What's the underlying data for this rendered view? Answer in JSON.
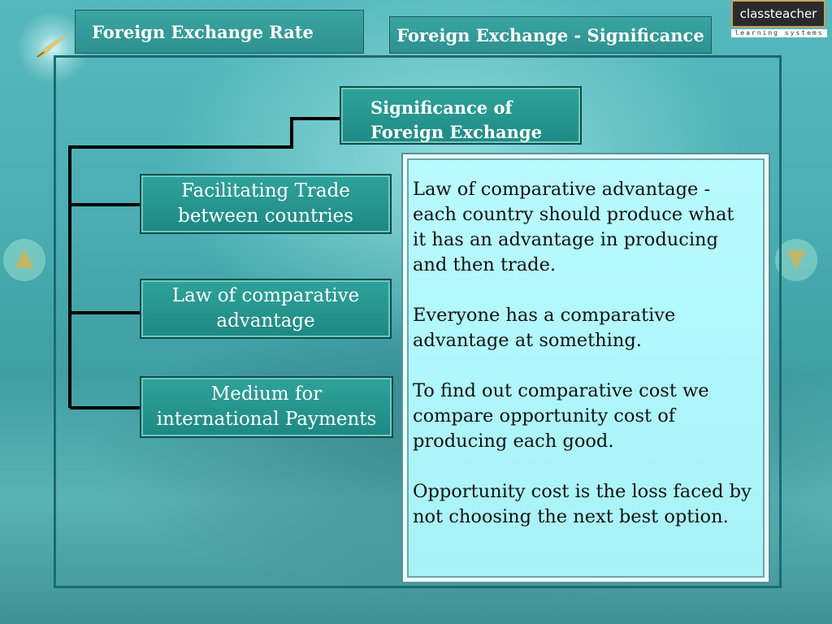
{
  "tabs": {
    "left": "Foreign Exchange Rate",
    "right": "Foreign Exchange - Significance"
  },
  "brand": {
    "name": "classteacher",
    "tagline": "learning systems"
  },
  "diagram": {
    "heading": "Significance of Foreign Exchange",
    "nodes": [
      "Facilitating Trade between countries",
      "Law of comparative advantage",
      "Medium for international Payments"
    ]
  },
  "info": {
    "paragraphs": [
      "Law of comparative advantage - each country should produce what it has an advantage in producing and then trade.",
      "Everyone has a comparative advantage at something.",
      "To find out comparative cost we compare opportunity cost of producing each good.",
      "Opportunity cost is the loss faced by not choosing the next best option."
    ]
  },
  "colors": {
    "box_fill": "#2ea39a",
    "info_fill": "#b9fbff",
    "frame": "#1a6a70"
  }
}
